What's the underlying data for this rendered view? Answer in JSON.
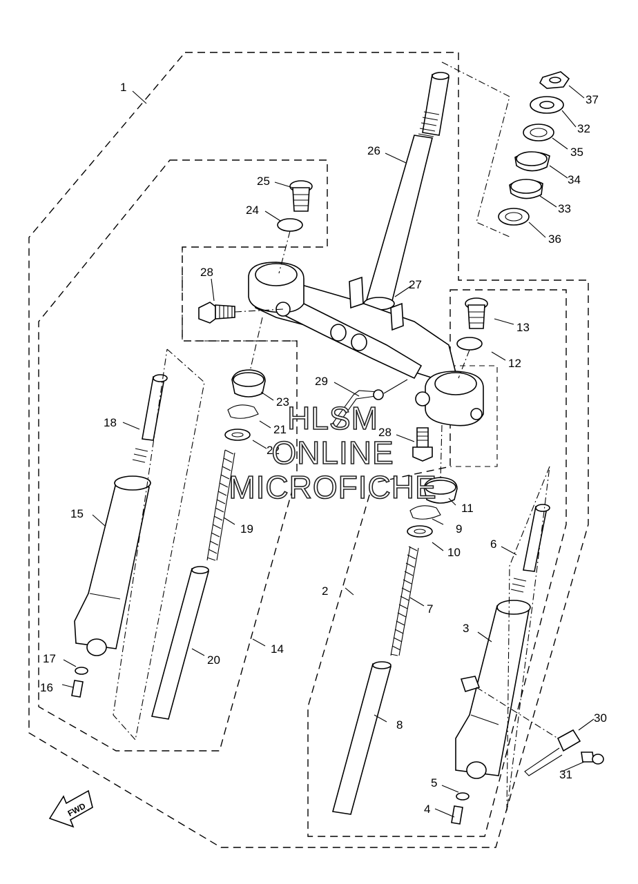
{
  "watermark": {
    "line1": "HLSM",
    "line2": "ONLINE",
    "line3": "MICROFICHE"
  },
  "direction_arrow": {
    "label": "FWD",
    "icon": "arrow-forward-icon"
  },
  "callouts": [
    {
      "id": "c1",
      "text": "1"
    },
    {
      "id": "c2",
      "text": "2"
    },
    {
      "id": "c3",
      "text": "3"
    },
    {
      "id": "c4",
      "text": "4"
    },
    {
      "id": "c5",
      "text": "5"
    },
    {
      "id": "c6",
      "text": "6"
    },
    {
      "id": "c7",
      "text": "7"
    },
    {
      "id": "c8",
      "text": "8"
    },
    {
      "id": "c9",
      "text": "9"
    },
    {
      "id": "c10",
      "text": "10"
    },
    {
      "id": "c11",
      "text": "11"
    },
    {
      "id": "c12",
      "text": "12"
    },
    {
      "id": "c13",
      "text": "13"
    },
    {
      "id": "c14",
      "text": "14"
    },
    {
      "id": "c15",
      "text": "15"
    },
    {
      "id": "c16",
      "text": "16"
    },
    {
      "id": "c17",
      "text": "17"
    },
    {
      "id": "c18",
      "text": "18"
    },
    {
      "id": "c19",
      "text": "19"
    },
    {
      "id": "c20",
      "text": "20"
    },
    {
      "id": "c21",
      "text": "21"
    },
    {
      "id": "c22",
      "text": "22"
    },
    {
      "id": "c23",
      "text": "23"
    },
    {
      "id": "c24",
      "text": "24"
    },
    {
      "id": "c25",
      "text": "25"
    },
    {
      "id": "c26",
      "text": "26"
    },
    {
      "id": "c27",
      "text": "27"
    },
    {
      "id": "c28a",
      "text": "28"
    },
    {
      "id": "c28b",
      "text": "28"
    },
    {
      "id": "c29",
      "text": "29"
    },
    {
      "id": "c30",
      "text": "30"
    },
    {
      "id": "c31",
      "text": "31"
    },
    {
      "id": "c32",
      "text": "32"
    },
    {
      "id": "c33",
      "text": "33"
    },
    {
      "id": "c34",
      "text": "34"
    },
    {
      "id": "c35",
      "text": "35"
    },
    {
      "id": "c36",
      "text": "36"
    },
    {
      "id": "c37",
      "text": "37"
    }
  ]
}
